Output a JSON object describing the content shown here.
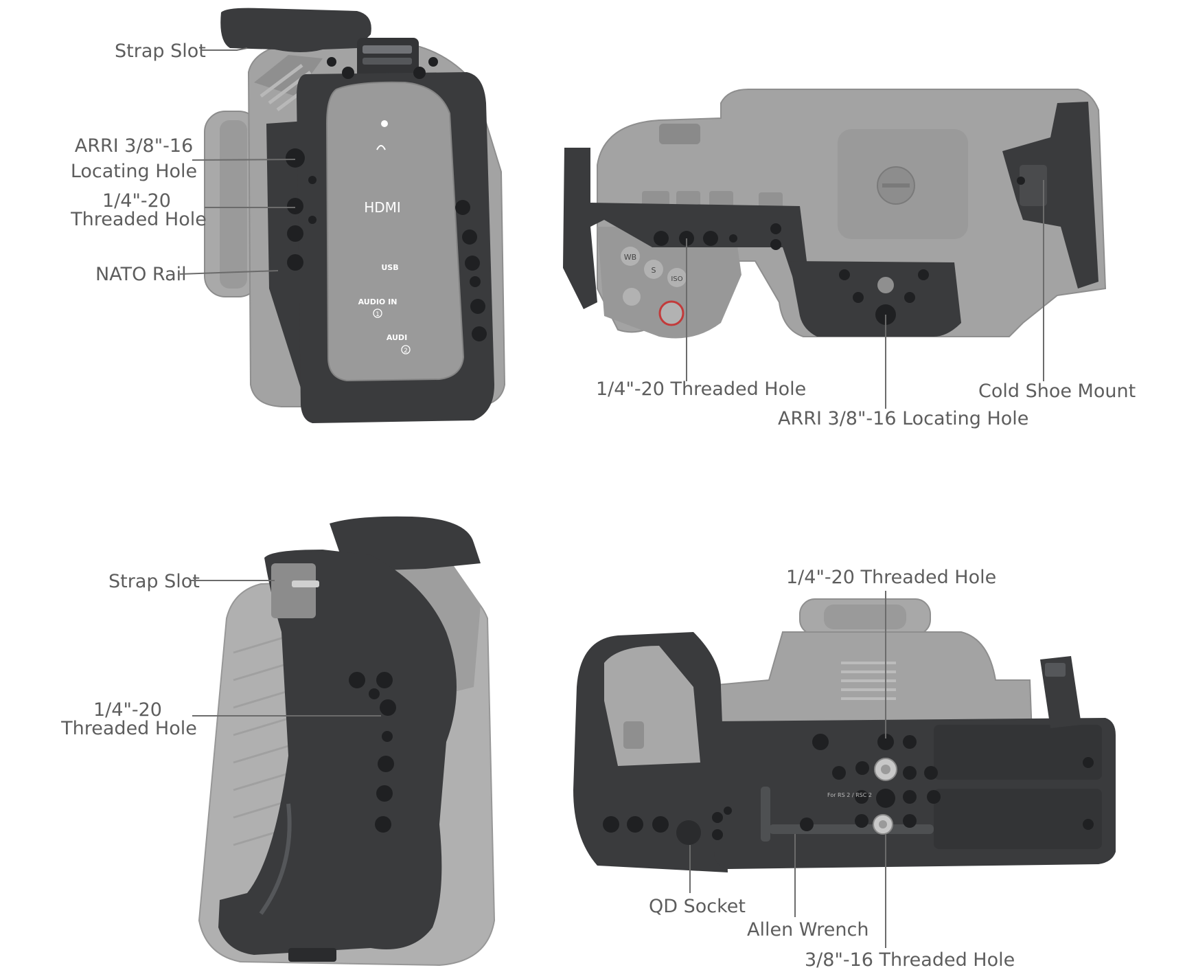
{
  "colors": {
    "camera_body": "#a3a3a3",
    "camera_dark": "#8a8a8a",
    "cage_metal": "#3a3b3d",
    "cage_highlight": "#55575a",
    "hole": "#1f2022",
    "label_text": "#5d5d5d",
    "leader_line": "#6b6b6b"
  },
  "views": {
    "side": {
      "labels": {
        "strap_slot": "Strap Slot",
        "arri_line1": "ARRI 3/8\"-16",
        "arri_line2": "Locating Hole",
        "threaded_line1": "1/4\"-20",
        "threaded_line2": "Threaded Hole",
        "nato_rail": "NATO Rail"
      },
      "port_text": {
        "hdmi": "HDMI",
        "usb": "USB",
        "audio_in": "AUDIO IN",
        "audio_in_num": "1",
        "audi": "AUDI",
        "audi_num": "2"
      }
    },
    "top": {
      "labels": {
        "threaded_hole": "1/4\"-20 Threaded Hole",
        "cold_shoe": "Cold Shoe Mount",
        "arri_locating": "ARRI 3/8\"-16 Locating Hole"
      },
      "button_text": {
        "wb": "WB",
        "s": "S",
        "iso": "ISO"
      }
    },
    "grip": {
      "labels": {
        "strap_slot": "Strap Slot",
        "threaded_line1": "1/4\"-20",
        "threaded_line2": "Threaded Hole"
      }
    },
    "bottom": {
      "labels": {
        "threaded_hole_top": "1/4\"-20 Threaded Hole",
        "qd_socket": "QD Socket",
        "allen_wrench": "Allen Wrench",
        "threaded_hole_bottom": "3/8\"-16 Threaded Hole"
      },
      "plate_text": "For RS 2 / RSC 2"
    }
  }
}
